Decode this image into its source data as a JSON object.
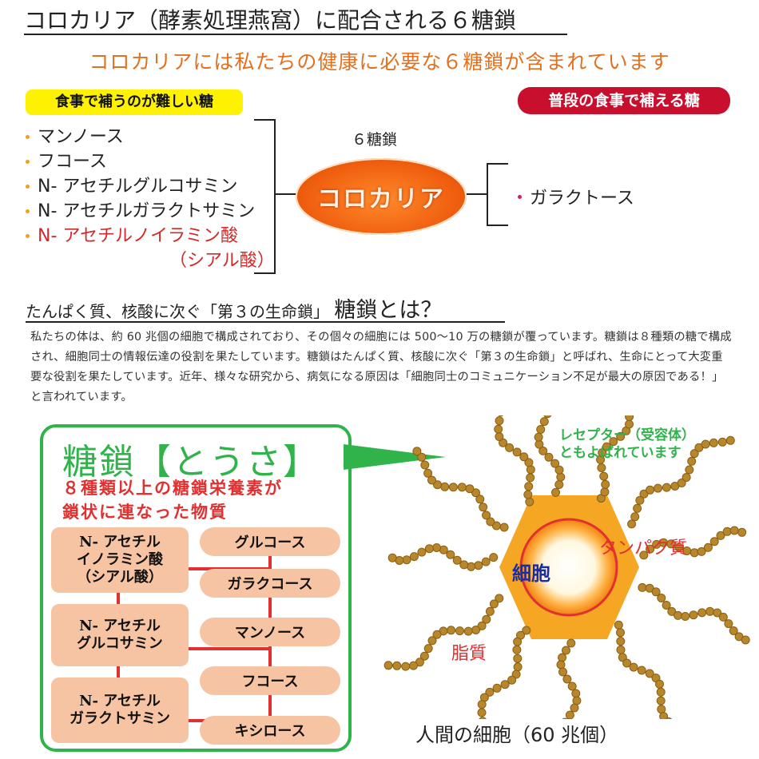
{
  "header": {
    "title": "コロカリア（酵素処理燕窩）に配合される６糖鎖",
    "subtitle": "コロカリアには私たちの健康に必要な６糖鎖が含まれています"
  },
  "tags": {
    "hard_to_get": "食事で補うのが難しい糖",
    "everyday": "普段の食事で補える糖"
  },
  "diagram": {
    "left_sugars": [
      "マンノース",
      "フコース",
      "N- アセチルグルコサミン",
      "N- アセチルガラクトサミン",
      "N- アセチルノイラミン酸"
    ],
    "left_sugar_sub": "（シアル酸）",
    "center_top_label": "６糖鎖",
    "center_label": "コロカリア",
    "right_sugars": [
      "ガラクトース"
    ]
  },
  "section": {
    "heading_prefix": "たんぱく質、核酸に次ぐ「第３の生命鎖」",
    "heading_main": "糖鎖とは？",
    "paragraph": "私たちの体は、約 60 兆個の細胞で構成されており、その個々の細胞には 500〜10 万の糖鎖が覆っています。糖鎖は８種類の糖で構成され、細胞同士の情報伝達の役割を果たしています。糖鎖はたんぱく質、核酸に次ぐ「第３の生命鎖」と呼ばれ、生命にとって大変重要な役割を果たしています。近年、様々な研究から、病気になる原因は「細胞同士のコミュニケーション不足が最大の原因である！」と言われています。"
  },
  "box": {
    "title": "糖鎖【とうさ】",
    "subtitle_line1": "８種類以上の糖鎖栄養素が",
    "subtitle_line2": "鎖状に連なった物質",
    "left_items": [
      {
        "l1": "N- アセチル",
        "l2": "イノラミン酸",
        "l3": "（シアル酸）"
      },
      {
        "l1": "N- アセチル",
        "l2": "グルコサミン"
      },
      {
        "l1": "N- アセチル",
        "l2": "ガラクトサミン"
      }
    ],
    "right_items": [
      "グルコース",
      "ガラクコース",
      "マンノース",
      "フコース",
      "キシロース"
    ]
  },
  "cell_illustration": {
    "receptor_line1": "レセプター（受容体）",
    "receptor_line2": "ともよばれています",
    "protein_label": "タンパク質",
    "lipid_label": "脂質",
    "cell_label": "細胞",
    "caption": "人間の細胞（60 兆個）"
  },
  "colors": {
    "orange": "#e2701f",
    "green": "#2fb34a",
    "red": "#e23030",
    "yellow": "#fff200",
    "crimson": "#c8102e",
    "pill": "#f6c3a3"
  }
}
